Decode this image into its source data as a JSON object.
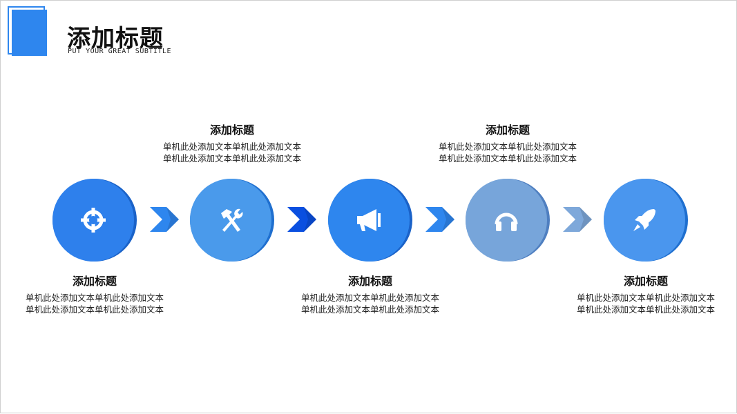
{
  "header": {
    "title": "添加标题",
    "subtitle": "PUT YOUR GREAT SUBTITLE"
  },
  "steps": [
    {
      "title": "添加标题",
      "text": "单机此处添加文本单机此处添加文本单机此处添加文本单机此处添加文本",
      "icon": "crosshair-icon",
      "color": "#2e80ec",
      "rim": "#1a62c8"
    },
    {
      "title": "添加标题",
      "text": "单机此处添加文本单机此处添加文本单机此处添加文本单机此处添加文本",
      "icon": "tools-icon",
      "color": "#4a9aeb",
      "rim": "#1f6fcf"
    },
    {
      "title": "添加标题",
      "text": "单机此处添加文本单机此处添加文本单机此处添加文本单机此处添加文本",
      "icon": "megaphone-icon",
      "color": "#2e86ee",
      "rim": "#1a62c8"
    },
    {
      "title": "添加标题",
      "text": "单机此处添加文本单机此处添加文本单机此处添加文本单机此处添加文本",
      "icon": "headphones-icon",
      "color": "#77a5da",
      "rim": "#4f7fc0"
    },
    {
      "title": "添加标题",
      "text": "单机此处添加文本单机此处添加文本单机此处添加文本单机此处添加文本",
      "icon": "rocket-icon",
      "color": "#4a96ee",
      "rim": "#1f6fcf"
    }
  ],
  "chevron_colors": [
    "#2e86ee",
    "#0a4fe0",
    "#2e86ee",
    "#7ea8da"
  ]
}
